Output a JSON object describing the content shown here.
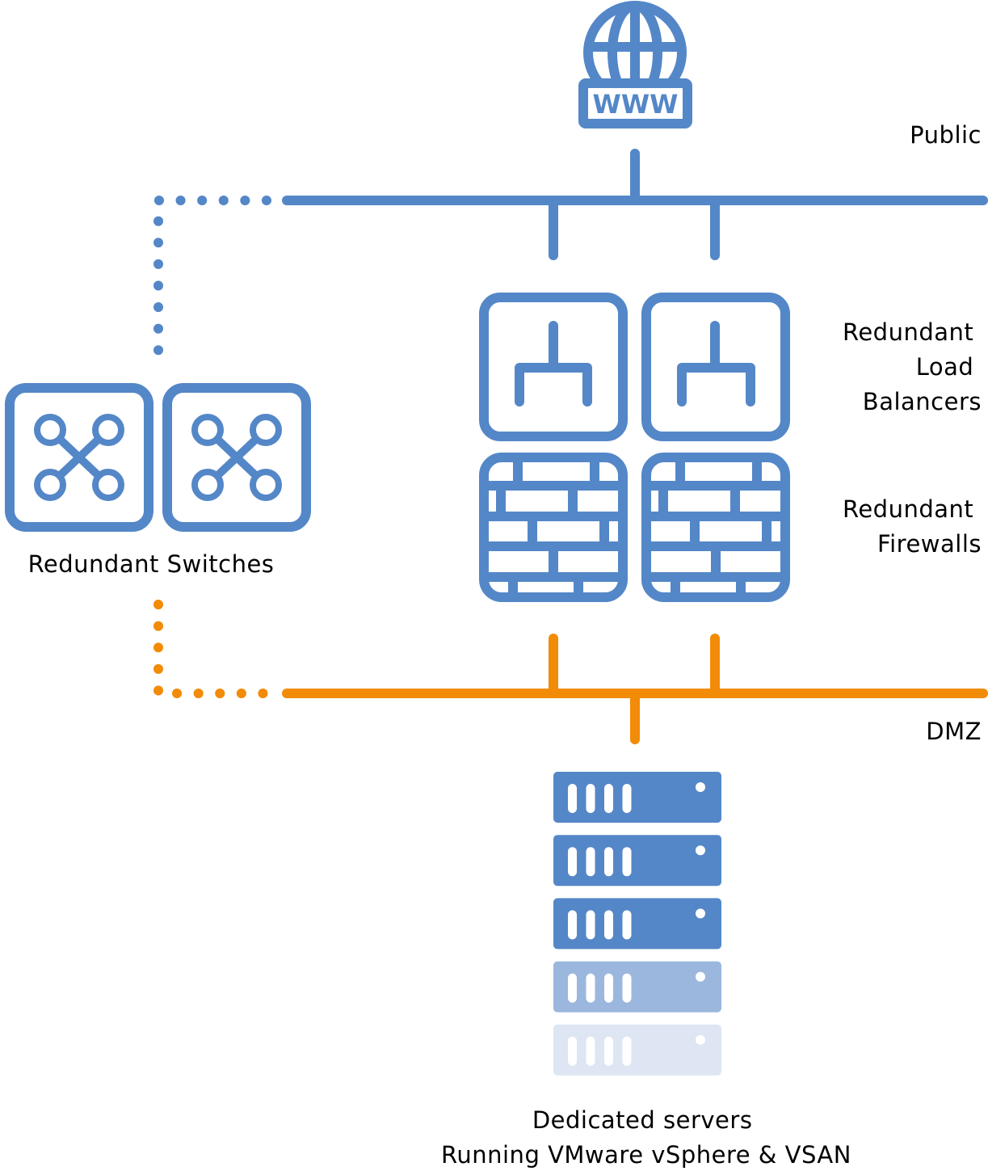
{
  "colors": {
    "blue": "#5487c7",
    "orange": "#f28b07",
    "server_faded_1": "#9bb7dd",
    "server_faded_2": "#dde6f2",
    "text": "#000000",
    "background": "#ffffff"
  },
  "internet": {
    "icon": "globe-www-icon",
    "label": "WWW"
  },
  "networks": {
    "public": {
      "label": "Public"
    },
    "dmz": {
      "label": "DMZ"
    }
  },
  "load_balancers": {
    "label_lines": [
      "Redundant",
      "Load",
      "Balancers"
    ],
    "count": 2,
    "icon": "load-balancer-icon"
  },
  "firewalls": {
    "label_lines": [
      "Redundant",
      "Firewalls"
    ],
    "count": 2,
    "icon": "firewall-icon"
  },
  "switches": {
    "label": "Redundant Switches",
    "count": 2,
    "icon": "switch-icon"
  },
  "servers": {
    "label_lines": [
      "Dedicated servers",
      "Running VMware vSphere & VSAN"
    ],
    "opacity_levels": [
      1,
      1,
      1,
      0.6,
      0.2
    ],
    "icon": "server-icon"
  }
}
